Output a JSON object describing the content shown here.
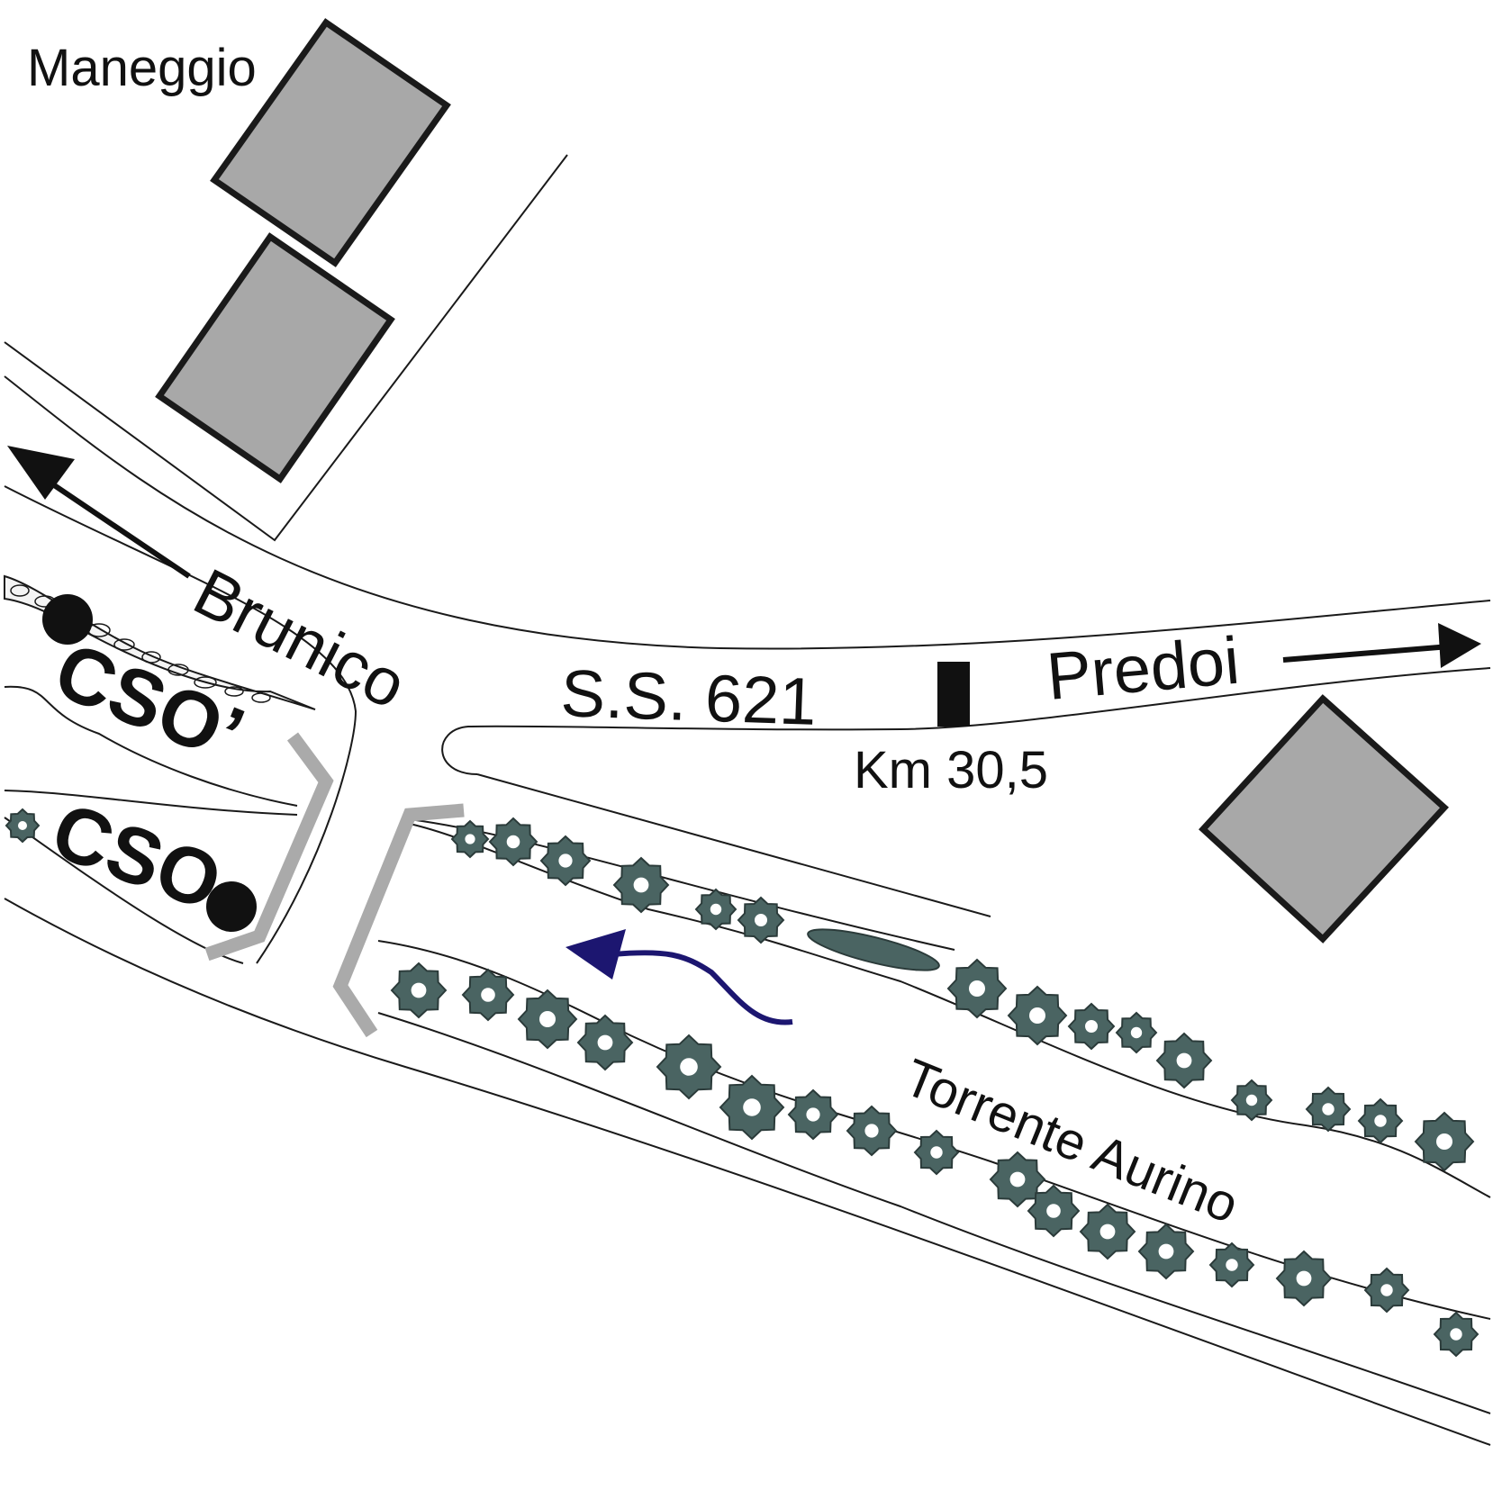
{
  "labels": {
    "maneggio": "Maneggio",
    "brunico": "Brunico",
    "ss621": "S.S. 621",
    "predoi": "Predoi",
    "km": "Km 30,5",
    "cso_prime": "CSO’",
    "cso": "CSO",
    "torrente": "Torrente Aurino"
  },
  "colors": {
    "building": "#a8a8a8",
    "tree": "#4a6462",
    "tree_outline": "#2b3b3a",
    "weir": "#aaaaaa",
    "flow_arrow": "#1c1670",
    "line": "#1a1a1a"
  },
  "icons": {
    "direction_arrow": "arrow-icon",
    "flow_arrow": "flow-arrow-icon",
    "tree": "tree-icon",
    "station_dot": "dot-icon"
  }
}
